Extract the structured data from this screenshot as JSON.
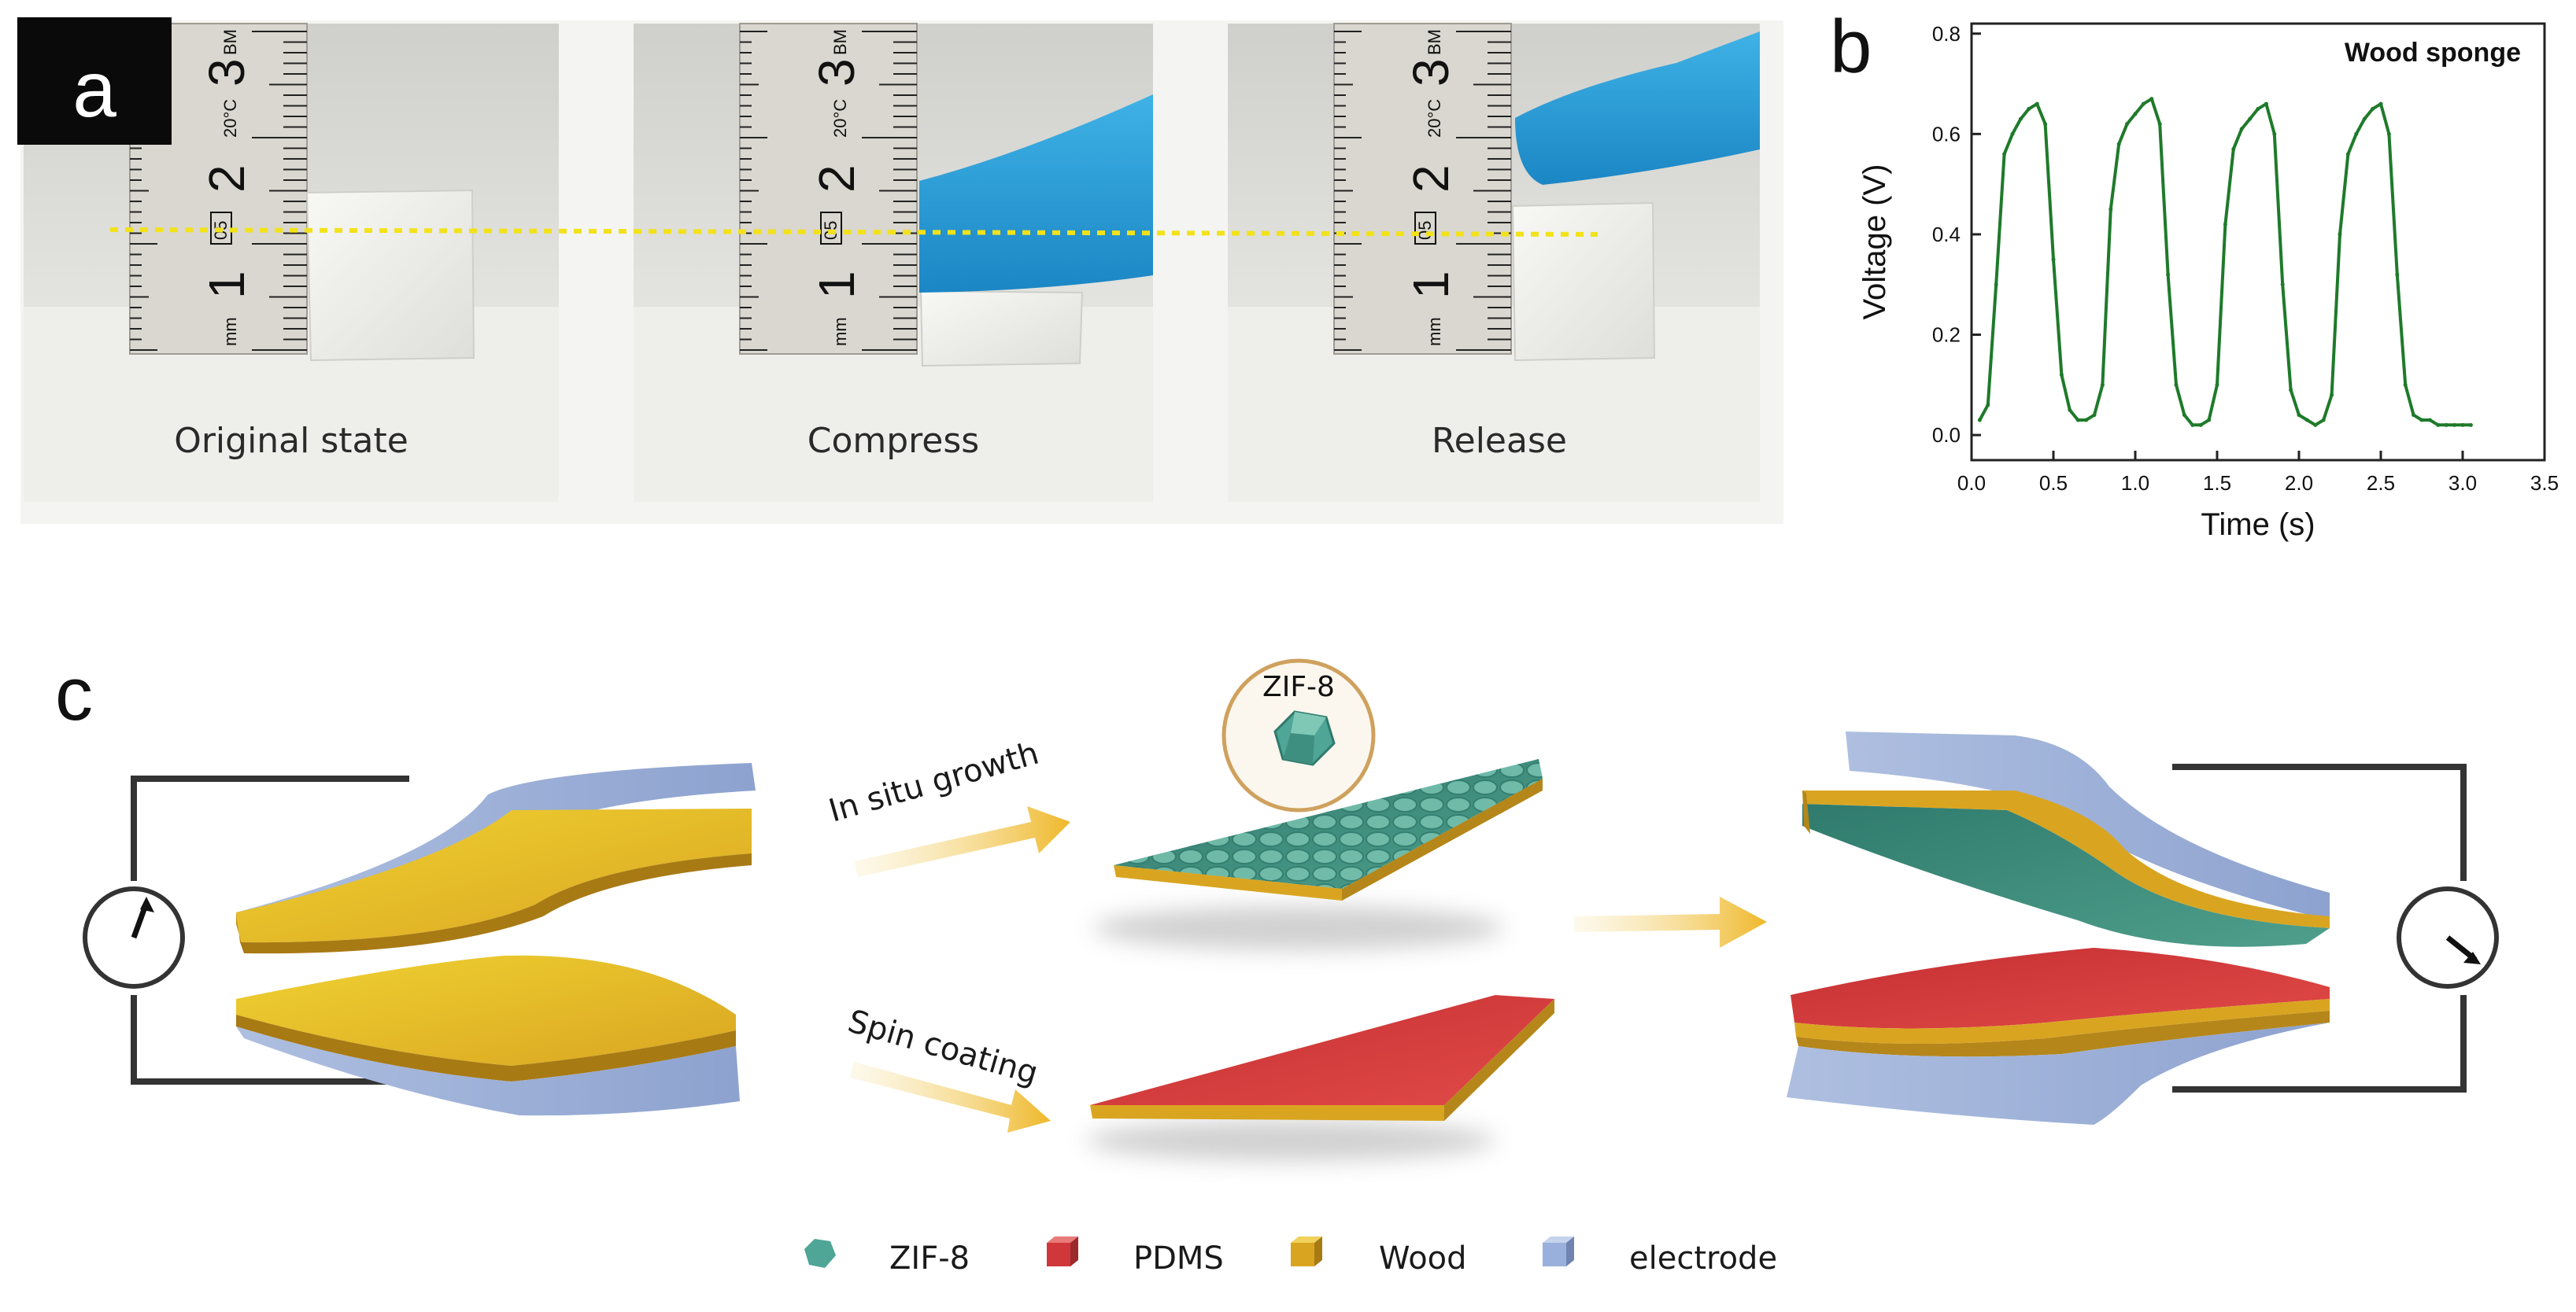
{
  "panel_a": {
    "letter": "a",
    "photos": [
      {
        "label": "Original state"
      },
      {
        "label": "Compress"
      },
      {
        "label": "Release"
      }
    ],
    "ruler": {
      "n1": "1",
      "n2": "2",
      "n3": "3",
      "mm": "mm",
      "temp": "20°C",
      "box": "05",
      "bm": "BM"
    }
  },
  "panel_b": {
    "letter": "b",
    "chart_data": {
      "type": "line",
      "title": "Wood sponge",
      "xlabel": "Time (s)",
      "ylabel": "Voltage (V)",
      "xlim": [
        0.0,
        3.5
      ],
      "ylim": [
        -0.05,
        0.82
      ],
      "xticks": [
        "0.0",
        "0.5",
        "1.0",
        "1.5",
        "2.0",
        "2.5",
        "3.0",
        "3.5"
      ],
      "yticks": [
        "0.0",
        "0.2",
        "0.4",
        "0.6",
        "0.8"
      ],
      "color": "#1e7a2a",
      "series": [
        {
          "x": [
            0.05,
            0.1,
            0.15,
            0.2,
            0.25,
            0.3,
            0.35,
            0.4,
            0.45,
            0.5,
            0.55,
            0.6,
            0.65,
            0.7,
            0.75,
            0.8,
            0.85,
            0.9,
            0.95,
            1.0,
            1.05,
            1.1,
            1.15,
            1.2,
            1.25,
            1.3,
            1.35,
            1.4,
            1.45,
            1.5,
            1.55,
            1.6,
            1.65,
            1.7,
            1.75,
            1.8,
            1.85,
            1.9,
            1.95,
            2.0,
            2.05,
            2.1,
            2.15,
            2.2,
            2.25,
            2.3,
            2.35,
            2.4,
            2.45,
            2.5,
            2.55,
            2.6,
            2.65,
            2.7,
            2.75,
            2.8,
            2.85,
            2.9,
            2.95,
            3.0,
            3.05
          ],
          "y": [
            0.03,
            0.06,
            0.3,
            0.56,
            0.6,
            0.63,
            0.65,
            0.66,
            0.62,
            0.35,
            0.12,
            0.05,
            0.03,
            0.03,
            0.04,
            0.1,
            0.45,
            0.58,
            0.62,
            0.64,
            0.66,
            0.67,
            0.62,
            0.32,
            0.1,
            0.04,
            0.02,
            0.02,
            0.03,
            0.1,
            0.42,
            0.57,
            0.61,
            0.63,
            0.65,
            0.66,
            0.6,
            0.3,
            0.09,
            0.04,
            0.03,
            0.02,
            0.03,
            0.08,
            0.4,
            0.56,
            0.6,
            0.63,
            0.65,
            0.66,
            0.6,
            0.32,
            0.1,
            0.04,
            0.03,
            0.03,
            0.02,
            0.02,
            0.02,
            0.02,
            0.02
          ]
        }
      ]
    }
  },
  "panel_c": {
    "letter": "c",
    "zif_label": "ZIF-8",
    "arrow_top_label": "In situ growth",
    "arrow_bottom_label": "Spin coating",
    "legend": [
      {
        "label": "ZIF-8",
        "color": "#4fa596"
      },
      {
        "label": "PDMS",
        "color": "#d0373a"
      },
      {
        "label": "Wood",
        "color": "#d9a521"
      },
      {
        "label": "electrode",
        "color": "#9ab0dc"
      }
    ],
    "colors": {
      "wood": "#d9a521",
      "wood_dark": "#b5861a",
      "electrode": "#9fb2d6",
      "electrode_dark": "#6f84b0",
      "zif": "#3f8f80",
      "pdms": "#cf3a3c",
      "arrow": "#f0c040"
    }
  }
}
